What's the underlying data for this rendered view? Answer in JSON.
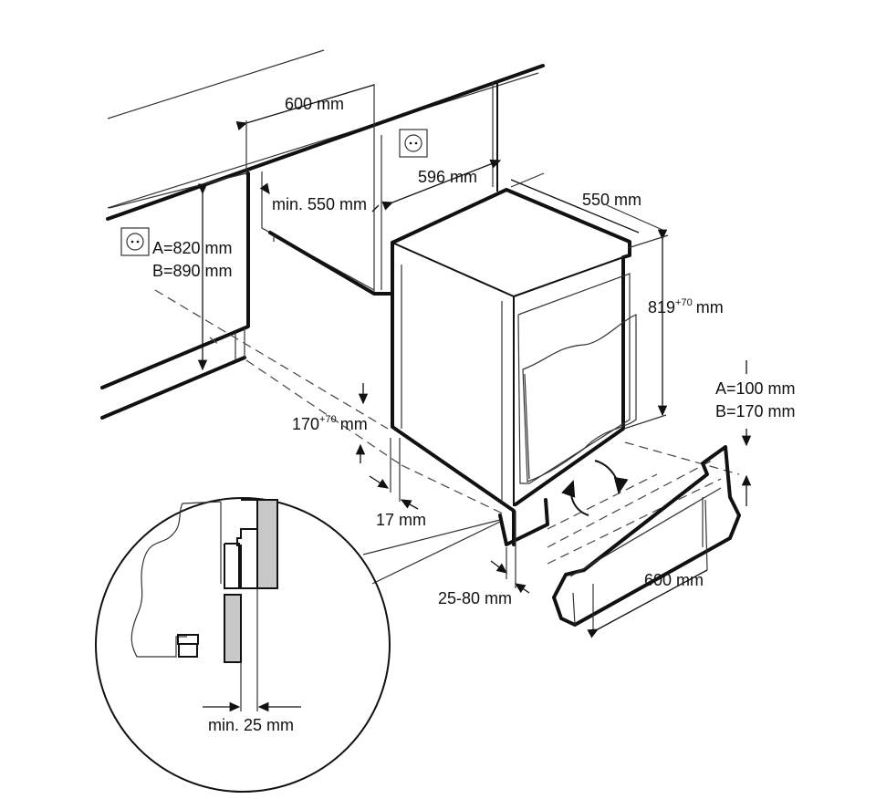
{
  "labels": {
    "cabinet_width": "600 mm",
    "appliance_width": "596 mm",
    "min_depth": "min. 550 mm",
    "appliance_depth": "550 mm",
    "height_a": "A=820 mm",
    "height_b": "B=890 mm",
    "appliance_height_base": "819",
    "appliance_height_sup": "+70",
    "appliance_height_unit": "mm",
    "plinth_height_base": "170",
    "plinth_height_sup": "+70",
    "plinth_height_unit": "mm",
    "door_offset": "17 mm",
    "plinth_setback": "25-80 mm",
    "plinth_a": "A=100 mm",
    "plinth_b": "B=170 mm",
    "plinth_width": "600 mm",
    "vent_gap": "min. 25 mm"
  },
  "icons": [
    "power-socket-icon",
    "power-socket-icon",
    "rotate-arrow-icon",
    "rotate-arrow-icon"
  ],
  "colors": {
    "line": "#111111",
    "fill_gray": "#c8c8c8",
    "background": "#ffffff"
  }
}
